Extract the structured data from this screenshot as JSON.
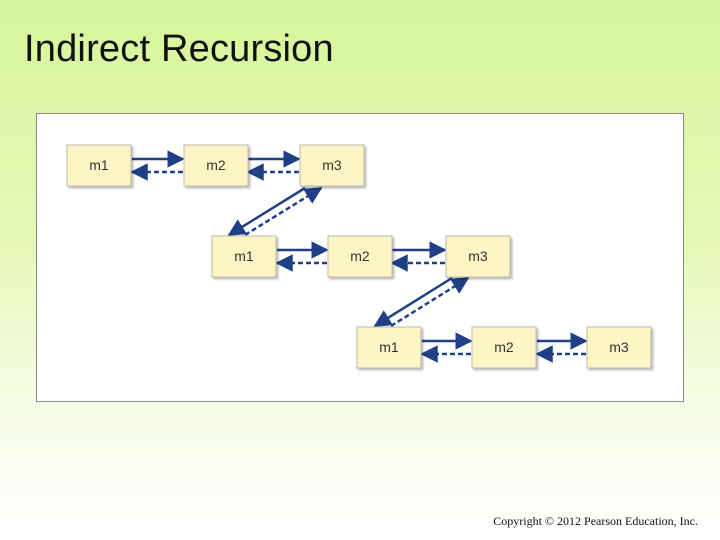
{
  "slide": {
    "title": "Indirect Recursion",
    "copyright": "Copyright © 2012 Pearson Education, Inc."
  },
  "diagram": {
    "rows": [
      {
        "nodes": [
          "m1",
          "m2",
          "m3"
        ]
      },
      {
        "nodes": [
          "m1",
          "m2",
          "m3"
        ]
      },
      {
        "nodes": [
          "m1",
          "m2",
          "m3"
        ]
      }
    ],
    "colors": {
      "box_fill": "#fff5c4",
      "box_border": "#b9b9a8",
      "arrow": "#1f3f86"
    }
  }
}
